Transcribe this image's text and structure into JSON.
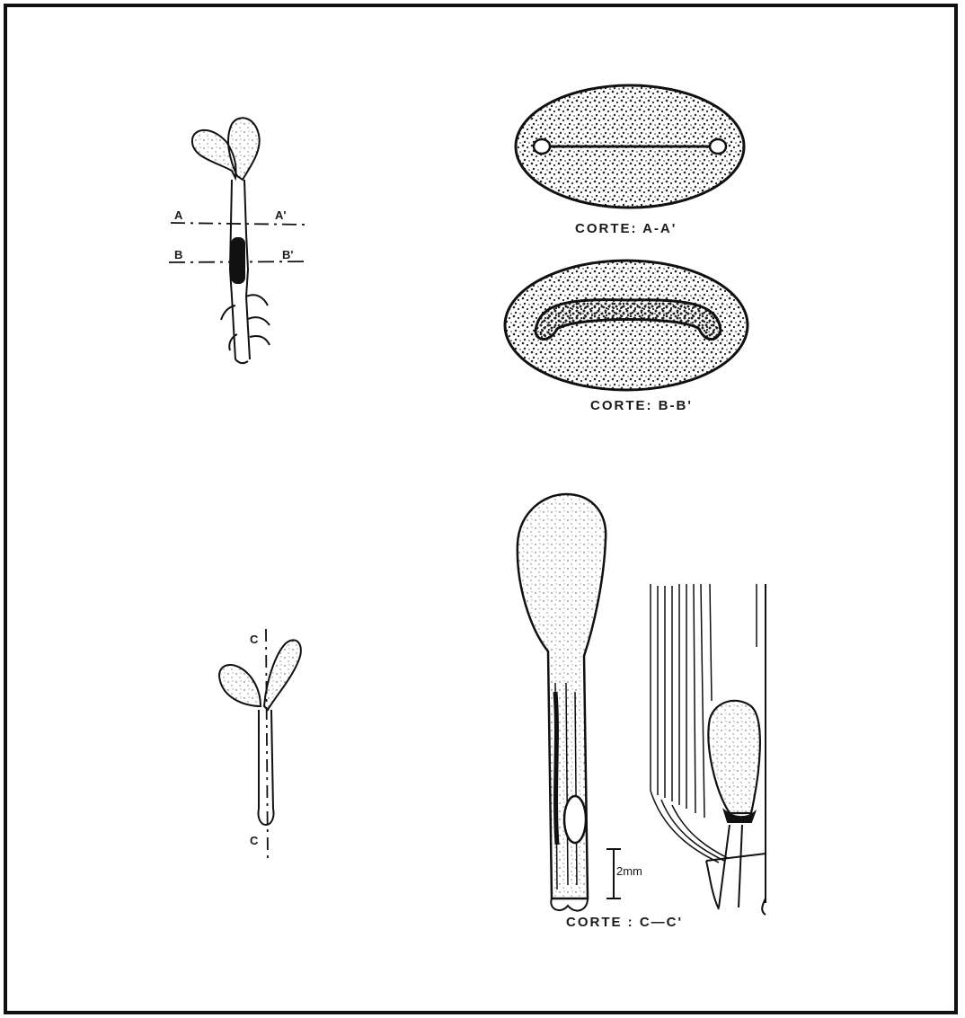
{
  "figure": {
    "top_left": {
      "labels": {
        "a": "A",
        "a_prime": "A'",
        "b": "B",
        "b_prime": "B'"
      }
    },
    "section_a": {
      "caption": "CORTE: A-A'"
    },
    "section_b": {
      "caption": "CORTE: B-B'"
    },
    "bottom_left": {
      "labels": {
        "c_top": "C",
        "c_bottom": "C"
      }
    },
    "section_c": {
      "caption": "CORTE :  C—C'",
      "scale": "2mm"
    }
  }
}
